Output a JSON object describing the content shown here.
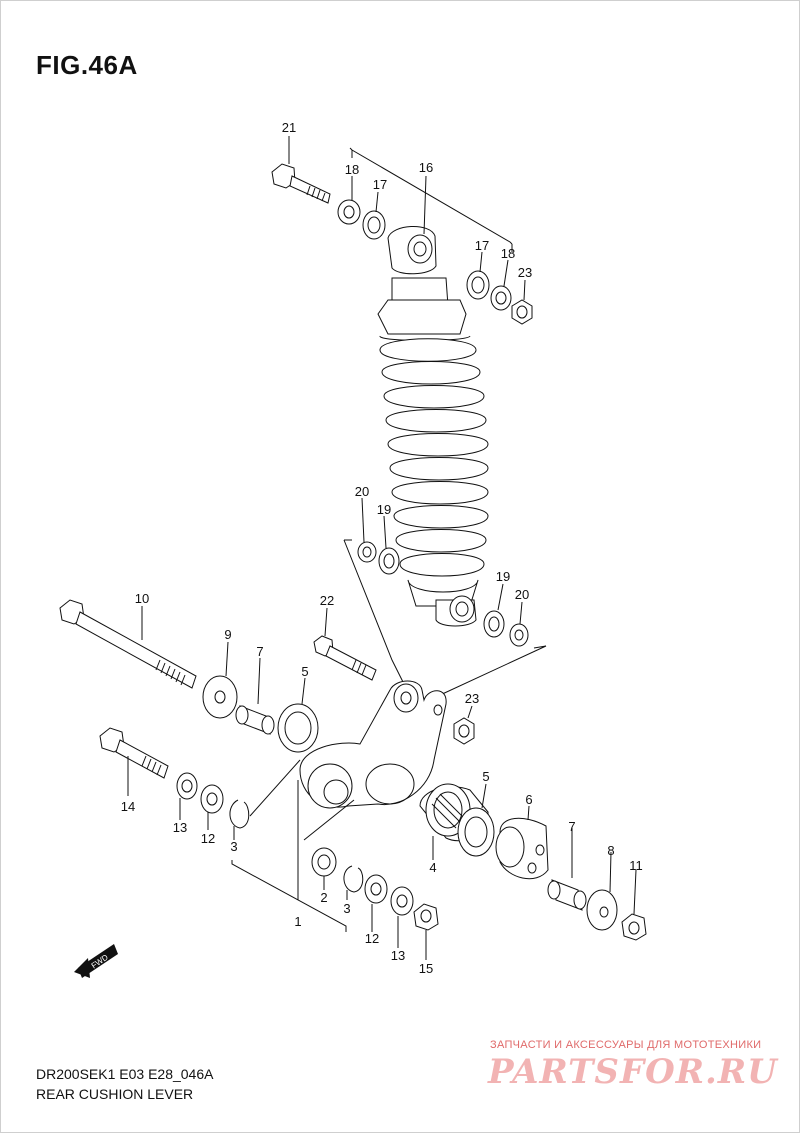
{
  "figure": {
    "title": "FIG.46A",
    "fwd_label": "FWD"
  },
  "callouts": {
    "c21": "21",
    "c18a": "18",
    "c17a": "17",
    "c16": "16",
    "c17b": "17",
    "c18b": "18",
    "c23a": "23",
    "c20a": "20",
    "c19a": "19",
    "c19b": "19",
    "c20b": "20",
    "c10": "10",
    "c22": "22",
    "c9": "9",
    "c7a": "7",
    "c5a": "5",
    "c23b": "23",
    "c14": "14",
    "c13a": "13",
    "c12a": "12",
    "c3a": "3",
    "c5b": "5",
    "c6": "6",
    "c4": "4",
    "c7b": "7",
    "c8": "8",
    "c11": "11",
    "c2": "2",
    "c3b": "3",
    "c1": "1",
    "c12b": "12",
    "c13b": "13",
    "c15": "15"
  },
  "footer": {
    "code": "DR200SEK1 E03 E28_046A",
    "name": "REAR CUSHION LEVER"
  },
  "watermark": {
    "tagline": "ЗАПЧАСТИ И АКСЕССУАРЫ ДЛЯ МОТОТЕХНИКИ",
    "logo": "PARTSFOR.RU"
  }
}
